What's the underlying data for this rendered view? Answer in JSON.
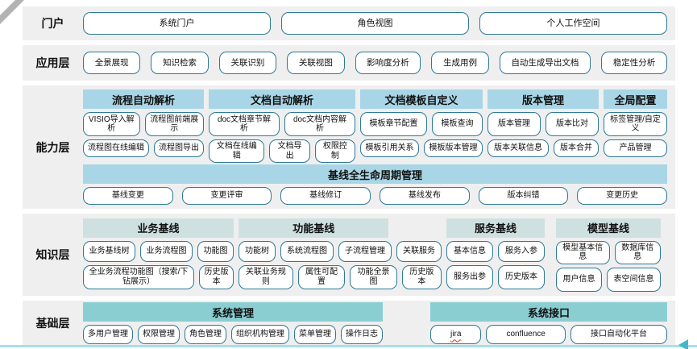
{
  "colors": {
    "band_background": "#efefef",
    "button_border": "#2e7996",
    "capability_header": "#a9d6e6",
    "knowledge_header": "#cfe0e0",
    "foundation_header": "#8aced2",
    "bottom_line": "#a8dfe9",
    "arrow": "#45b7c8"
  },
  "decorations": {
    "spellcheck_wavy_text": "jira"
  },
  "layers": [
    {
      "key": "portal",
      "label": "门户",
      "buttons": [
        "系统门户",
        "角色视图",
        "个人工作空间"
      ]
    },
    {
      "key": "application",
      "label": "应用层",
      "buttons": [
        "全景展现",
        "知识检索",
        "关联识别",
        "关联视图",
        "影响度分析",
        "生成用例",
        "自动生成导出文档",
        "稳定性分析"
      ]
    },
    {
      "key": "capability",
      "label": "能力层",
      "sections": [
        {
          "header": "流程自动解析",
          "rows": [
            [
              "VISIO导入解析",
              "流程图前端展示"
            ],
            [
              "流程图在线编辑",
              "流程图导出"
            ]
          ]
        },
        {
          "header": "文档自动解析",
          "rows": [
            [
              "doc文档章节解析",
              "doc文档内容解析"
            ],
            [
              "文档在线编辑",
              "文档导出",
              "权限控制"
            ]
          ]
        },
        {
          "header": "文档模板自定义",
          "rows": [
            [
              "模板章节配置",
              "模板查询"
            ],
            [
              "模板引用关系",
              "模板版本管理"
            ]
          ]
        },
        {
          "header": "版本管理",
          "rows": [
            [
              "版本管理",
              "版本比对"
            ],
            [
              "版本关联信息",
              "版本合并"
            ]
          ]
        },
        {
          "header": "全局配置",
          "rows": [
            [
              "标签管理/自定义"
            ],
            [
              "产品管理"
            ]
          ]
        }
      ],
      "baseline": {
        "header": "基线全生命周期管理",
        "buttons": [
          "基线变更",
          "变更评审",
          "基线修订",
          "基线发布",
          "版本纠错",
          "变更历史"
        ]
      }
    },
    {
      "key": "knowledge",
      "label": "知识层",
      "sections": [
        {
          "header": "业务基线",
          "rows": [
            [
              "业务基线树",
              "业务流程图",
              "功能图"
            ],
            [
              "全业务流程功能图（搜索/下钻展示）",
              "历史版本"
            ]
          ]
        },
        {
          "header": "功能基线",
          "rows": [
            [
              "功能树",
              "系统流程图",
              "子流程管理",
              "关联服务"
            ],
            [
              "关联业务规则",
              "属性可配置",
              "功能全景图",
              "历史版本"
            ]
          ]
        },
        {
          "header": "服务基线",
          "rows": [
            [
              "基本信息",
              "服务入参"
            ],
            [
              "服务出参",
              "历史版本"
            ]
          ]
        },
        {
          "header": "模型基线",
          "rows": [
            [
              "模型基本信息",
              "数据库信息"
            ],
            [
              "用户信息",
              "表空间信息"
            ]
          ]
        }
      ]
    },
    {
      "key": "foundation",
      "label": "基础层",
      "sections": [
        {
          "header": "系统管理",
          "rows": [
            [
              "多用户管理",
              "权限管理",
              "角色管理",
              "组织机构管理",
              "菜单管理",
              "操作日志"
            ]
          ]
        },
        {
          "header": "系统接口",
          "rows": [
            [
              "jira",
              "confluence",
              "接口自动化平台"
            ]
          ]
        }
      ]
    }
  ]
}
